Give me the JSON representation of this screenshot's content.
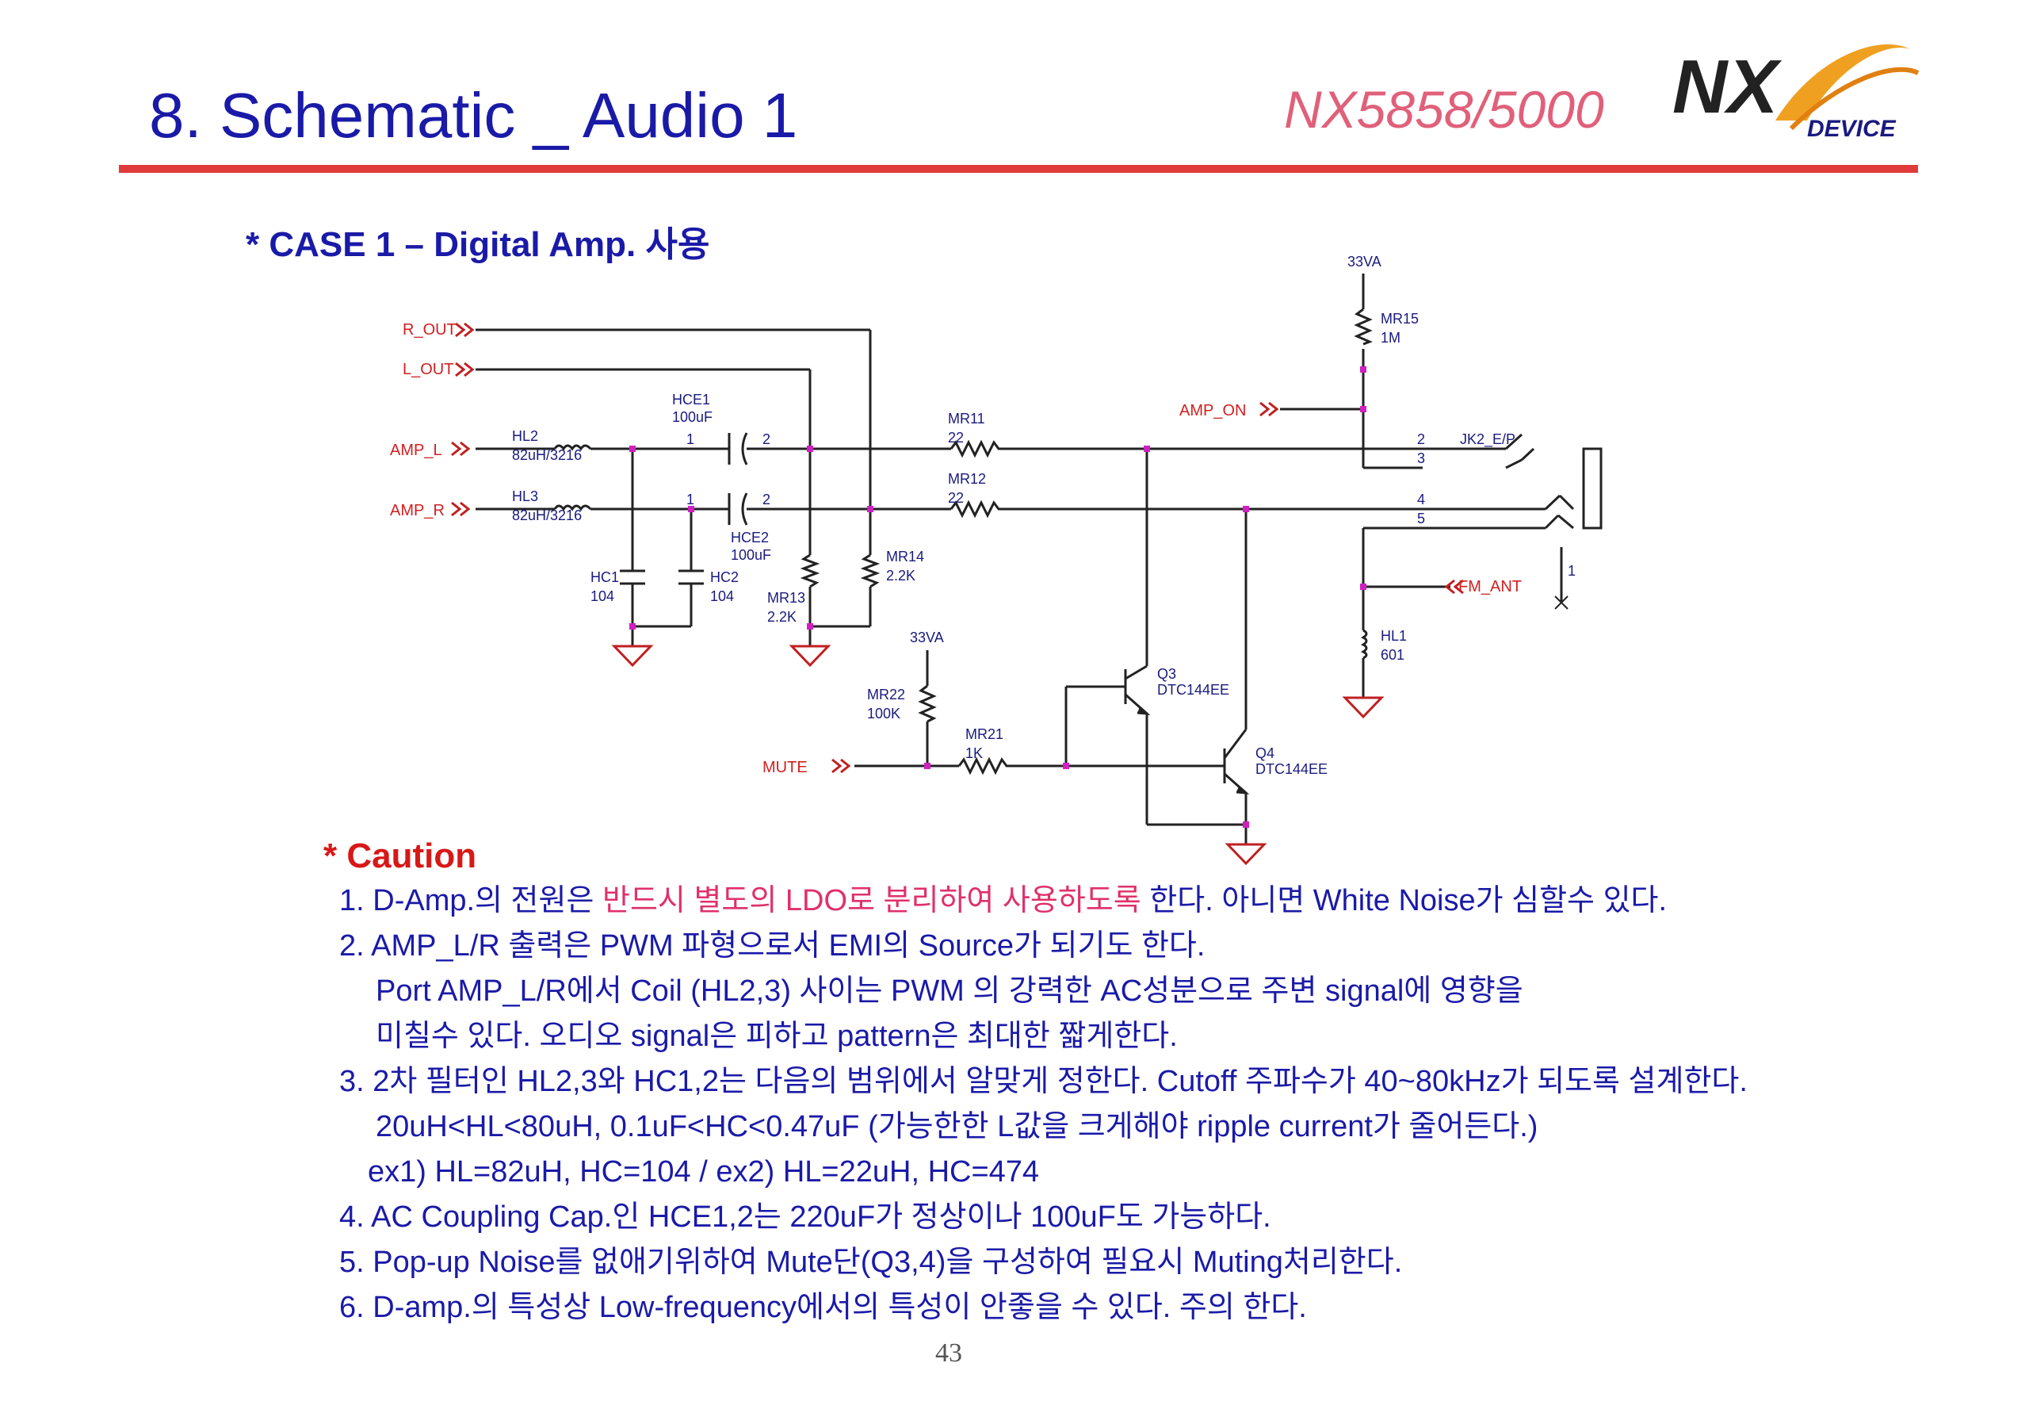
{
  "header": {
    "title": "8. Schematic _ Audio 1",
    "model": "NX5858/5000",
    "logo_text_main": "NX",
    "logo_text_sub": "DEVICE"
  },
  "case_heading": "* CASE 1 – Digital Amp. 사용",
  "schematic": {
    "nets": {
      "r_out": "R_OUT",
      "l_out": "L_OUT",
      "amp_l": "AMP_L",
      "amp_r": "AMP_R",
      "amp_on": "AMP_ON",
      "mute": "MUTE",
      "fm_ant": "FM_ANT",
      "vcc_top": "33VA",
      "vcc_mid": "33VA"
    },
    "components": {
      "hce1": {
        "ref": "HCE1",
        "value": "100uF"
      },
      "hce2": {
        "ref": "HCE2",
        "value": "100uF"
      },
      "hl2": {
        "ref": "HL2",
        "value": "82uH/3216"
      },
      "hl3": {
        "ref": "HL3",
        "value": "82uH/3216"
      },
      "hc1": {
        "ref": "HC1",
        "value": "104"
      },
      "hc2": {
        "ref": "HC2",
        "value": "104"
      },
      "mr11": {
        "ref": "MR11",
        "value": "22"
      },
      "mr12": {
        "ref": "MR12",
        "value": "22"
      },
      "mr13": {
        "ref": "MR13",
        "value": "2.2K"
      },
      "mr14": {
        "ref": "MR14",
        "value": "2.2K"
      },
      "mr15": {
        "ref": "MR15",
        "value": "1M"
      },
      "mr21": {
        "ref": "MR21",
        "value": "1K"
      },
      "mr22": {
        "ref": "MR22",
        "value": "100K"
      },
      "q3": {
        "ref": "Q3",
        "value": "DTC144EE"
      },
      "q4": {
        "ref": "Q4",
        "value": "DTC144EE"
      },
      "hl1": {
        "ref": "HL1",
        "value": "601"
      },
      "jk2": {
        "ref": "JK2_E/P"
      }
    },
    "pins": [
      "1",
      "2",
      "1",
      "2",
      "2",
      "3",
      "4",
      "5",
      "1"
    ]
  },
  "caution": {
    "heading": "* Caution",
    "notes": [
      {
        "a": "1. D-Amp.의 전원은 ",
        "b": "반드시 별도의 LDO로 분리하여 사용하도록",
        "c": " 한다. 아니면 White Noise가 심할수 있다."
      },
      {
        "a": "2. AMP_L/R 출력은 PWM 파형으로서 EMI의 Source가 되기도 한다."
      },
      {
        "a": "Port AMP_L/R에서 Coil (HL2,3) 사이는 PWM 의 강력한 AC성분으로 주변 signal에 영향을"
      },
      {
        "a": "미칠수 있다. 오디오 signal은 피하고 pattern은 최대한 짧게한다."
      },
      {
        "a": "3. 2차 필터인 HL2,3와 HC1,2는 다음의 범위에서 알맞게 정한다. Cutoff 주파수가 40~80kHz가 되도록 설계한다."
      },
      {
        "a": "20uH<HL<80uH, 0.1uF<HC<0.47uF (가능한한 L값을 크게해야 ripple current가 줄어든다.)"
      },
      {
        "a": "ex1) HL=82uH, HC=104   /  ex2)    HL=22uH, HC=474"
      },
      {
        "a": "4. AC Coupling Cap.인 HCE1,2는 220uF가 정상이나 100uF도 가능하다."
      },
      {
        "a": "5. Pop-up Noise를 없애기위하여 Mute단(Q3,4)을 구성하여 필요시 Muting처리한다."
      },
      {
        "a": "6. D-amp.의 특성상 Low-frequency에서의 특성이 안좋을 수 있다. 주의 한다."
      }
    ]
  },
  "page_number": "43",
  "colors": {
    "title": "#1a1aa8",
    "model": "#e0607a",
    "rule": "#e03a3a",
    "caution": "#d81818",
    "highlight": "#e0306a",
    "wire": "#222222",
    "net_label": "#d22020",
    "junction": "#d020c0"
  }
}
